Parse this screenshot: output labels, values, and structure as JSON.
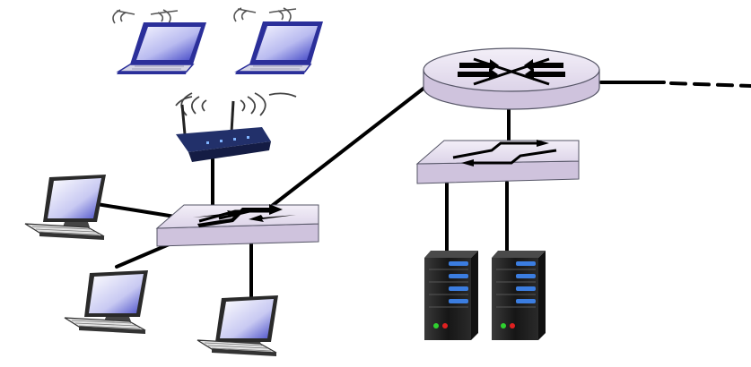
{
  "diagram": {
    "kind": "network-topology",
    "nodes": [
      {
        "id": "laptop-1",
        "type": "laptop",
        "icon": "laptop-icon",
        "wireless": true
      },
      {
        "id": "laptop-2",
        "type": "laptop",
        "icon": "laptop-icon",
        "wireless": true
      },
      {
        "id": "wifi-ap",
        "type": "wireless-access-point",
        "icon": "wireless-router-icon"
      },
      {
        "id": "switch-left",
        "type": "link-layer-switch",
        "icon": "switch-icon"
      },
      {
        "id": "desktop-1",
        "type": "desktop-pc",
        "icon": "desktop-computer-icon"
      },
      {
        "id": "desktop-2",
        "type": "desktop-pc",
        "icon": "desktop-computer-icon"
      },
      {
        "id": "desktop-3",
        "type": "desktop-pc",
        "icon": "desktop-computer-icon"
      },
      {
        "id": "router",
        "type": "router",
        "icon": "router-icon"
      },
      {
        "id": "switch-right",
        "type": "link-layer-switch",
        "icon": "switch-icon"
      },
      {
        "id": "server-1",
        "type": "server",
        "icon": "server-icon"
      },
      {
        "id": "server-2",
        "type": "server",
        "icon": "server-icon"
      }
    ],
    "links": [
      {
        "from": "wifi-ap",
        "to": "switch-left",
        "style": "solid"
      },
      {
        "from": "desktop-1",
        "to": "switch-left",
        "style": "solid"
      },
      {
        "from": "desktop-2",
        "to": "switch-left",
        "style": "solid"
      },
      {
        "from": "desktop-3",
        "to": "switch-left",
        "style": "solid"
      },
      {
        "from": "switch-left",
        "to": "router",
        "style": "solid"
      },
      {
        "from": "router",
        "to": "switch-right",
        "style": "solid"
      },
      {
        "from": "switch-right",
        "to": "server-1",
        "style": "solid"
      },
      {
        "from": "switch-right",
        "to": "server-2",
        "style": "solid"
      },
      {
        "from": "router",
        "to": "external-network",
        "style": "dashed"
      }
    ],
    "colors": {
      "link": "#000000",
      "device_fill": "#ece6f2",
      "device_outline": "#555566",
      "laptop_body": "#2b2f9a",
      "screen_blue": "#3a3fc4",
      "server_body": "#1c1c1c",
      "server_blue": "#3b7de0",
      "led_green": "#2fd12f",
      "led_red": "#e02020"
    }
  }
}
